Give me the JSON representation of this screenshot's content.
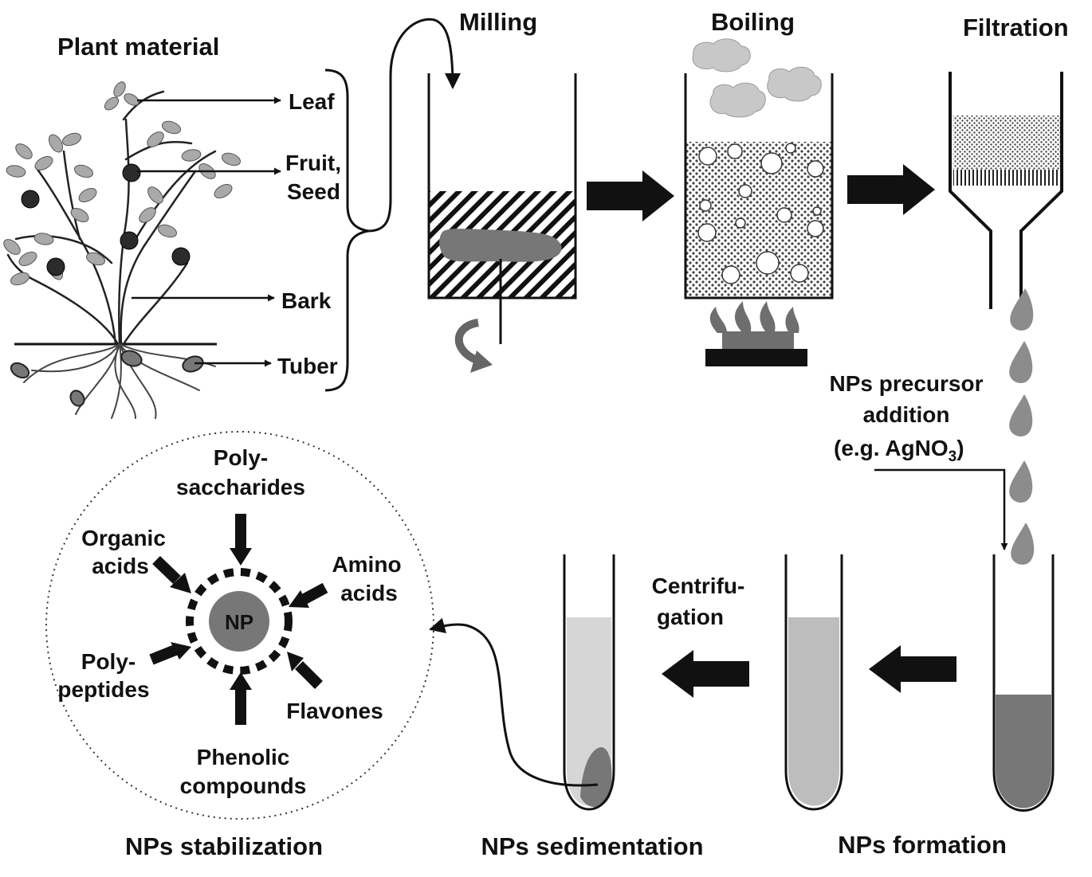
{
  "labels": {
    "plant_material": "Plant material",
    "leaf": "Leaf",
    "fruit": "Fruit,",
    "seed": "Seed",
    "bark": "Bark",
    "tuber": "Tuber",
    "milling": "Milling",
    "boiling": "Boiling",
    "filtration": "Filtration",
    "precursor_line1": "NPs precursor",
    "precursor_line2": "addition",
    "precursor_line3_prefix": "(e.g. AgNO",
    "precursor_line3_sub": "3",
    "precursor_line3_suffix": ")",
    "centrifugation_line1": "Centrifu-",
    "centrifugation_line2": "gation",
    "np_formation": "NPs formation",
    "np_sedimentation": "NPs sedimentation",
    "np_stabilization": "NPs stabilization",
    "np_core": "NP",
    "polysaccharides_line1": "Poly-",
    "polysaccharides_line2": "saccharides",
    "organic_acids_line1": "Organic",
    "organic_acids_line2": "acids",
    "amino_acids_line1": "Amino",
    "amino_acids_line2": "acids",
    "polypeptides_line1": "Poly-",
    "polypeptides_line2": "peptides",
    "flavones": "Flavones",
    "phenolic_line1": "Phenolic",
    "phenolic_line2": "compounds"
  },
  "colors": {
    "ink": "#111111",
    "dark_gray": "#666666",
    "mid_gray": "#8c8c8c",
    "light_gray": "#bdbdbd",
    "pale_gray": "#d6d6d6",
    "leaf_gray": "#a9a9a9",
    "fruit_dark": "#2b2b2b"
  }
}
